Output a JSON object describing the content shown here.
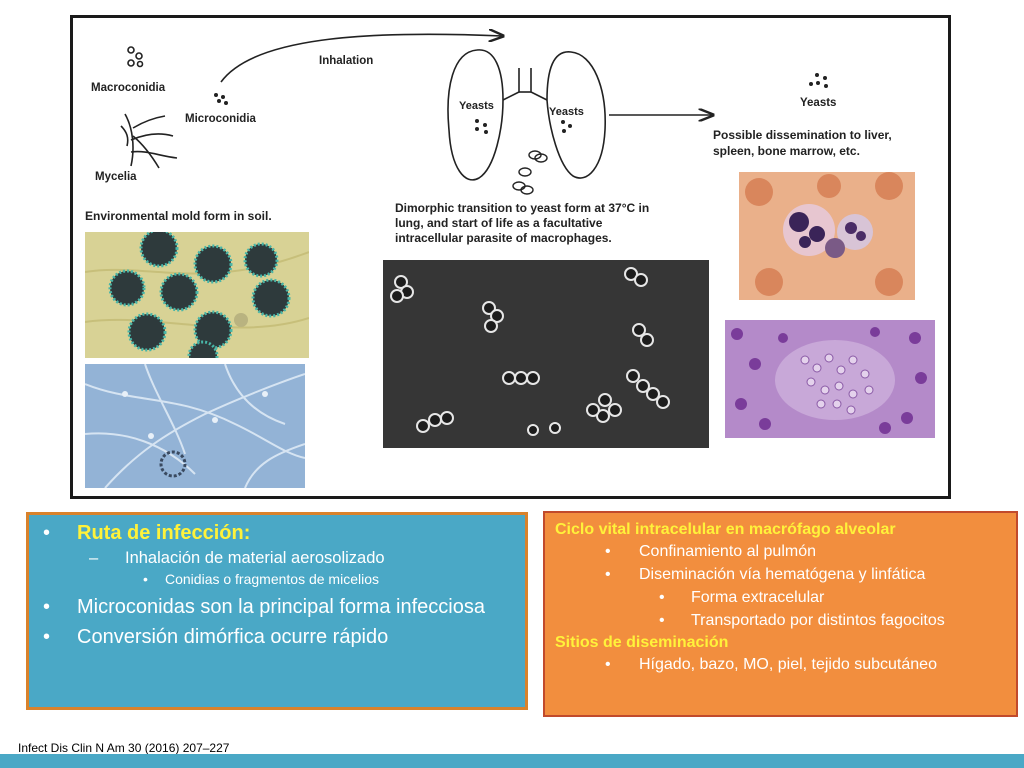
{
  "figure": {
    "labels": {
      "macroconidia": "Macroconidia",
      "microconidia": "Microconidia",
      "mycelia": "Mycelia",
      "inhalation": "Inhalation",
      "yeasts_left": "Yeasts",
      "yeasts_right": "Yeasts",
      "yeasts_top": "Yeasts",
      "mold_form": "Environmental mold form in soil.",
      "dimorphic_1": "Dimorphic transition to yeast form at 37°C in",
      "dimorphic_2": "lung, and start of life as a facultative",
      "dimorphic_3": "intracellular parasite of macrophages.",
      "dissemination_1": "Possible dissemination to liver,",
      "dissemination_2": "spleen, bone marrow, etc."
    }
  },
  "left_box": {
    "heading": "Ruta de infección:",
    "sub": "Inhalación de material aerosolizado",
    "subsub": "Conidias o fragmentos de micelios",
    "point2": "Microconidas son la principal forma infecciosa",
    "point3": "Conversión dimórfica ocurre rápido"
  },
  "right_box": {
    "heading1": "Ciclo vital intracelular en macrófago alveolar",
    "item1": "Confinamiento al pulmón",
    "item2": "Diseminación vía hematógena y linfática",
    "item2a": "Forma extracelular",
    "item2b": "Transportado por distintos fagocitos",
    "heading2": "Sitios de diseminación",
    "item3": "Hígado, bazo, MO, piel, tejido subcutáneo"
  },
  "citation": "Infect Dis Clin N Am 30 (2016) 207–227",
  "colors": {
    "left_box_bg": "#4aa8c6",
    "right_box_bg": "#f28e3e",
    "highlight": "#fff23a"
  }
}
